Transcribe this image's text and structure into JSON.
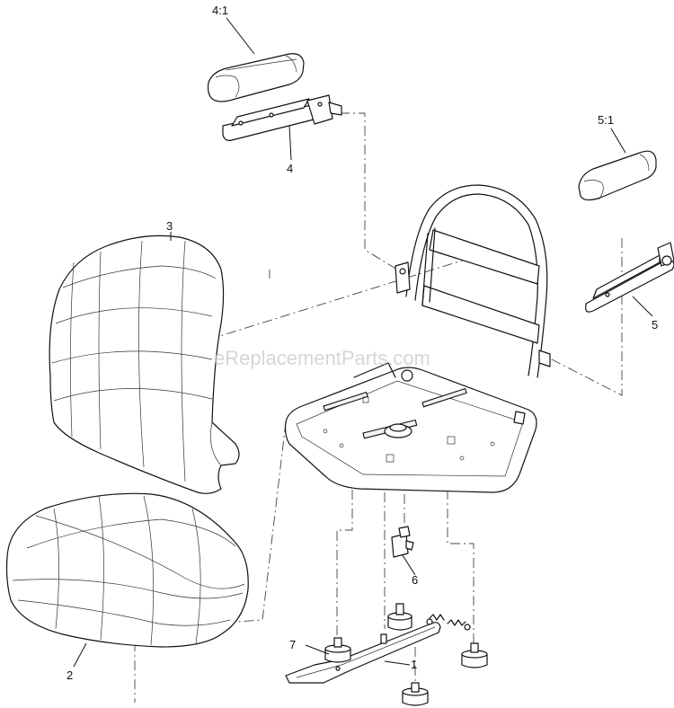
{
  "watermark": "eReplacementParts.com",
  "callouts": [
    {
      "id": "armrest-pad-left",
      "label": "4:1"
    },
    {
      "id": "armrest-bracket-left",
      "label": "4"
    },
    {
      "id": "armrest-pad-right",
      "label": "5:1"
    },
    {
      "id": "armrest-bracket-right",
      "label": "5"
    },
    {
      "id": "back-cushion",
      "label": "3"
    },
    {
      "id": "seat-cushion",
      "label": "2"
    },
    {
      "id": "seat-switch",
      "label": "6"
    },
    {
      "id": "isolator-mount",
      "label": "7"
    },
    {
      "id": "seat-bracket",
      "label": "1"
    }
  ]
}
